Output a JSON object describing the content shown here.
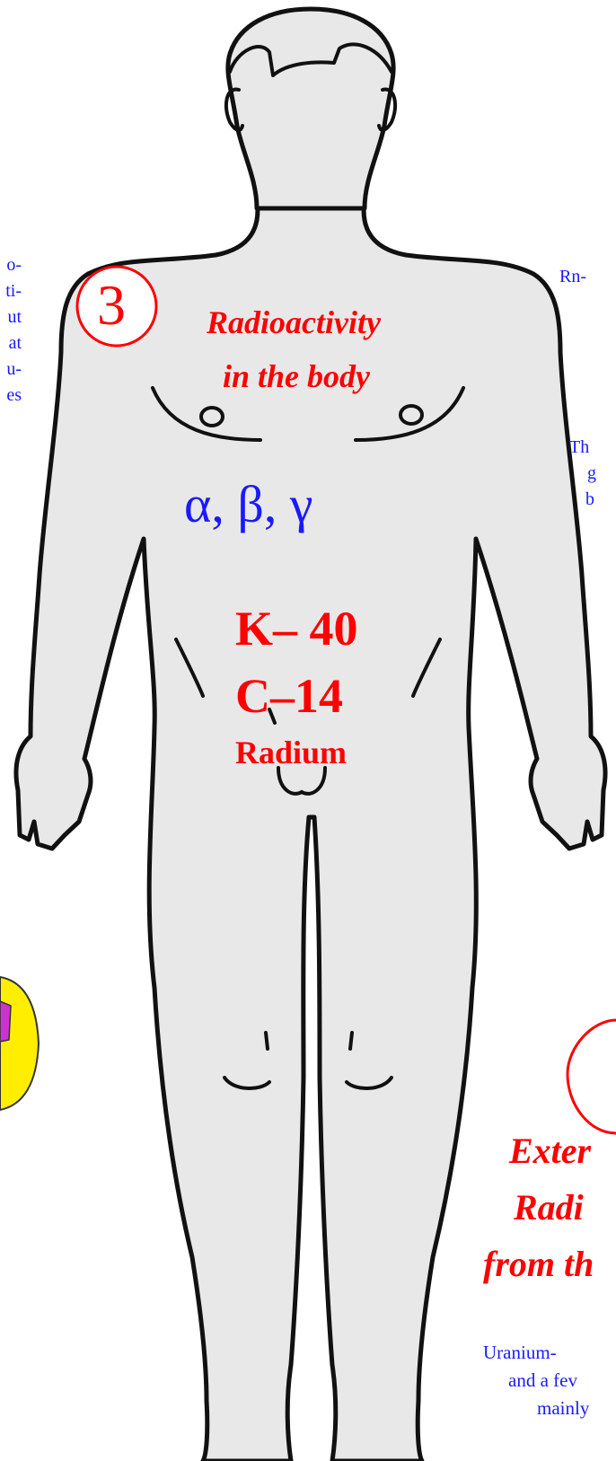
{
  "badge_number": "3",
  "heading_body": [
    "Radioactivity",
    "in the body"
  ],
  "greek_symbols": "α, β, γ",
  "isotopes": [
    "K– 40",
    "C–14",
    "Radium"
  ],
  "left_text": [
    "o-",
    "ti-",
    "ut",
    "at",
    "u-",
    "es"
  ],
  "right_text_top": "Rn-",
  "right_text_mid": [
    "Th",
    "g",
    "b"
  ],
  "heading_external": [
    "Exter",
    "Radi",
    "from th"
  ],
  "bottom_text": [
    "Uranium-",
    "and a fev",
    "mainly"
  ],
  "colors": {
    "body_fill": "#e8e8e8",
    "outline": "#111111",
    "accent_red": "#ff0000",
    "text_blue": "#1a1aff",
    "symbol_yellow": "#ffee00",
    "symbol_magenta": "#cc33cc"
  }
}
